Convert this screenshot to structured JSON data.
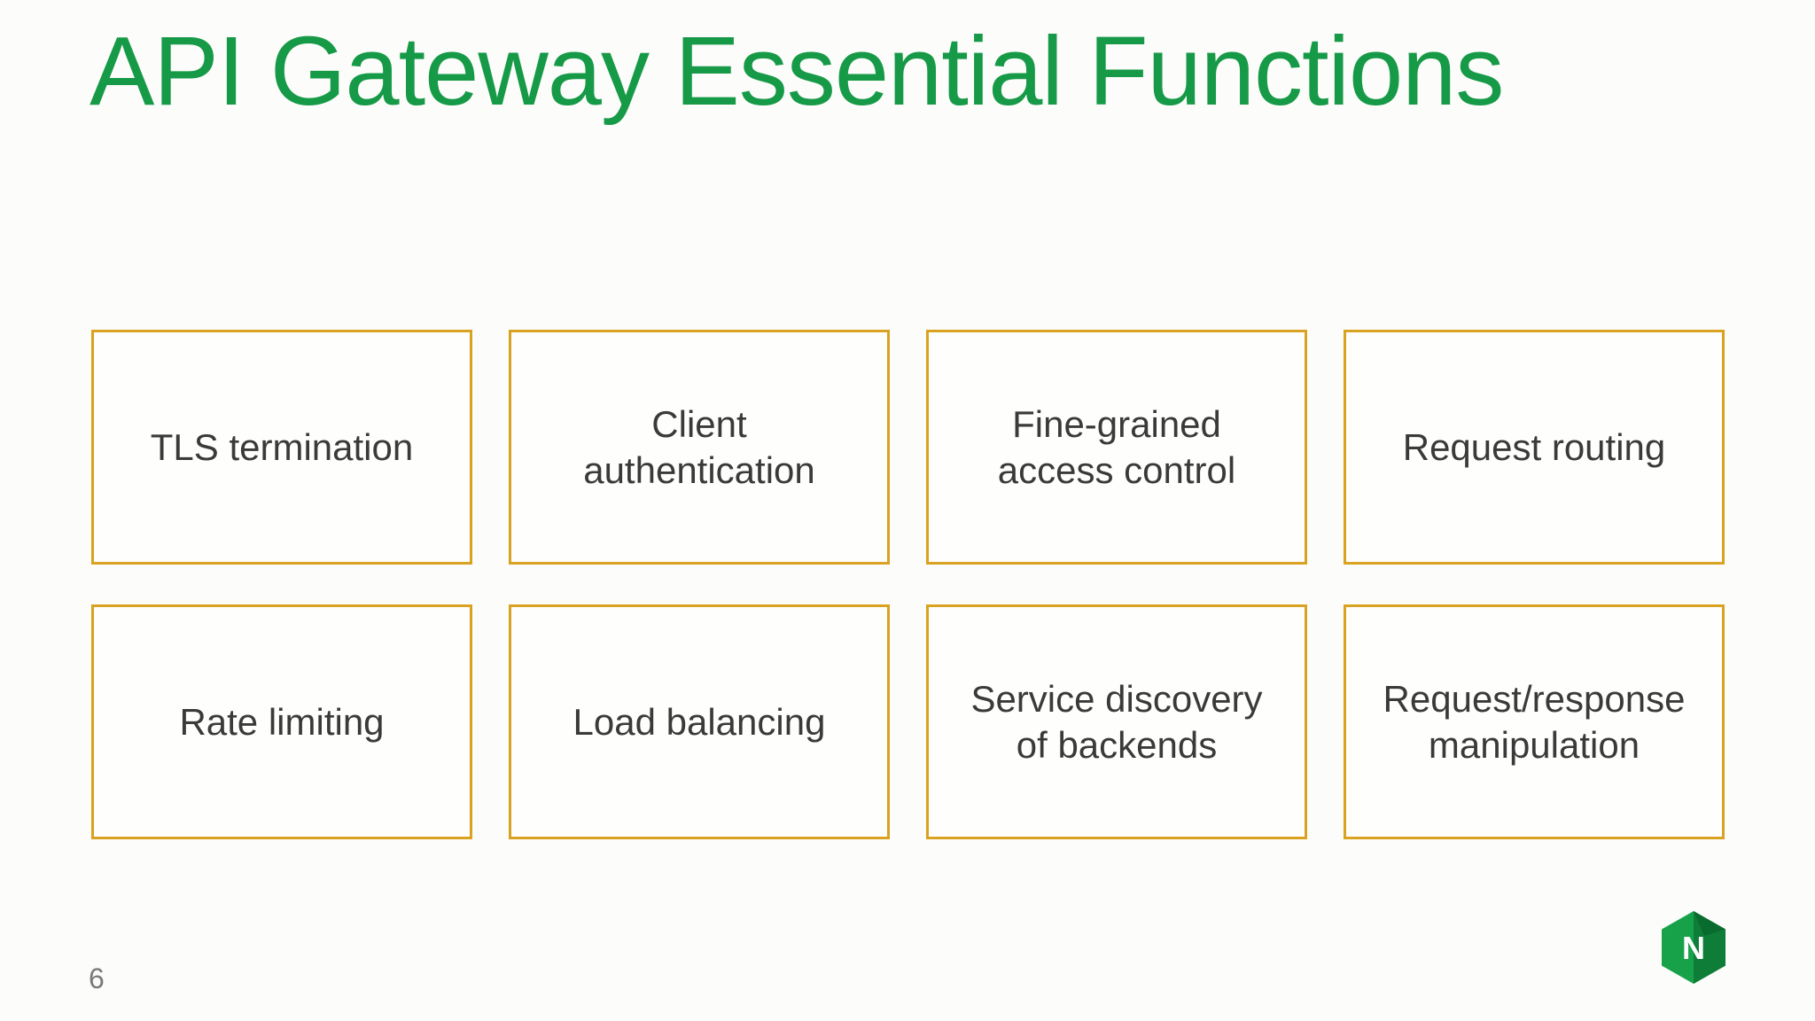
{
  "slide": {
    "title": "API Gateway Essential Functions",
    "page_number": "6",
    "colors": {
      "title_green": "#169A47",
      "box_border_amber": "#D9A220",
      "box_text": "#3A3A3A",
      "page_number_gray": "#7A7A7A",
      "logo_green_light": "#17A249",
      "logo_green_dark": "#0E7D37",
      "logo_green_darkest": "#0A6B2E",
      "background": "#FCFCFA"
    },
    "boxes": [
      {
        "label": "TLS termination"
      },
      {
        "label": "Client authentication"
      },
      {
        "label": "Fine-grained access control"
      },
      {
        "label": "Request routing"
      },
      {
        "label": "Rate limiting"
      },
      {
        "label": "Load balancing"
      },
      {
        "label": "Service discovery of backends"
      },
      {
        "label": "Request/response manipulation"
      }
    ],
    "logo": {
      "name": "nginx-logo",
      "letter": "N"
    }
  }
}
